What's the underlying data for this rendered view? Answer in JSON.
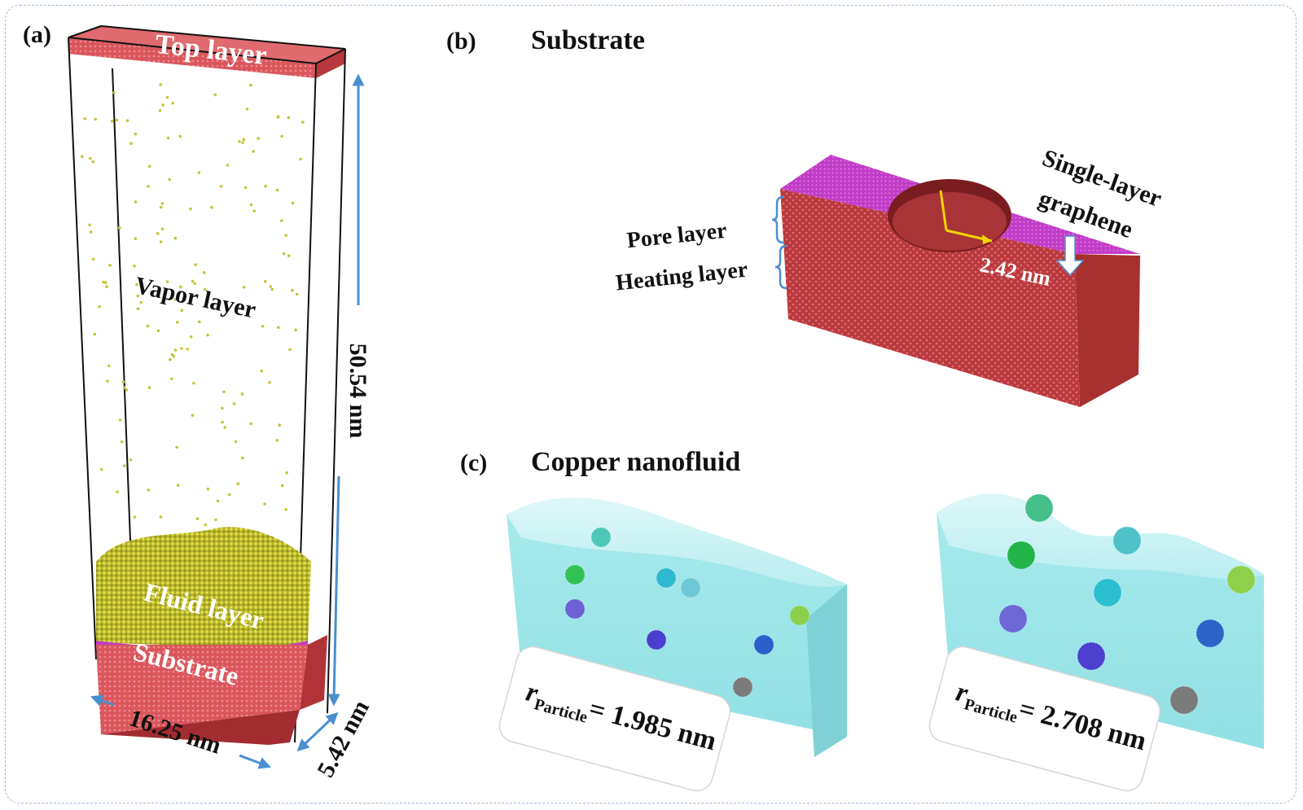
{
  "panels": {
    "a": {
      "tag": "(a)",
      "labels": {
        "top": "Top layer",
        "vapor": "Vapor layer",
        "fluid": "Fluid layer",
        "substrate": "Substrate"
      },
      "dimensions": {
        "height": "50.54 nm",
        "width": "16.25 nm",
        "depth": "5.42 nm"
      }
    },
    "b": {
      "tag": "(b)",
      "title": "Substrate",
      "labels": {
        "pore": "Pore layer",
        "heating": "Heating layer",
        "graphene_line1": "Single-layer",
        "graphene_line2": "graphene",
        "radius": "2.42 nm"
      }
    },
    "c": {
      "tag": "(c)",
      "title": "Copper nanofluid",
      "left": {
        "symbol": "r",
        "subscript": "Particle",
        "value": "= 1.985 nm"
      },
      "right": {
        "symbol": "r",
        "subscript": "Particle",
        "value": "= 2.708 nm"
      }
    }
  },
  "colors": {
    "copper_red": "#c8494d",
    "graphene_magenta": "#c13cc7",
    "fluid_yellow": "#c8c631",
    "water_cyan": "#8fe3e6",
    "arrow_blue": "#4a8fd0"
  }
}
